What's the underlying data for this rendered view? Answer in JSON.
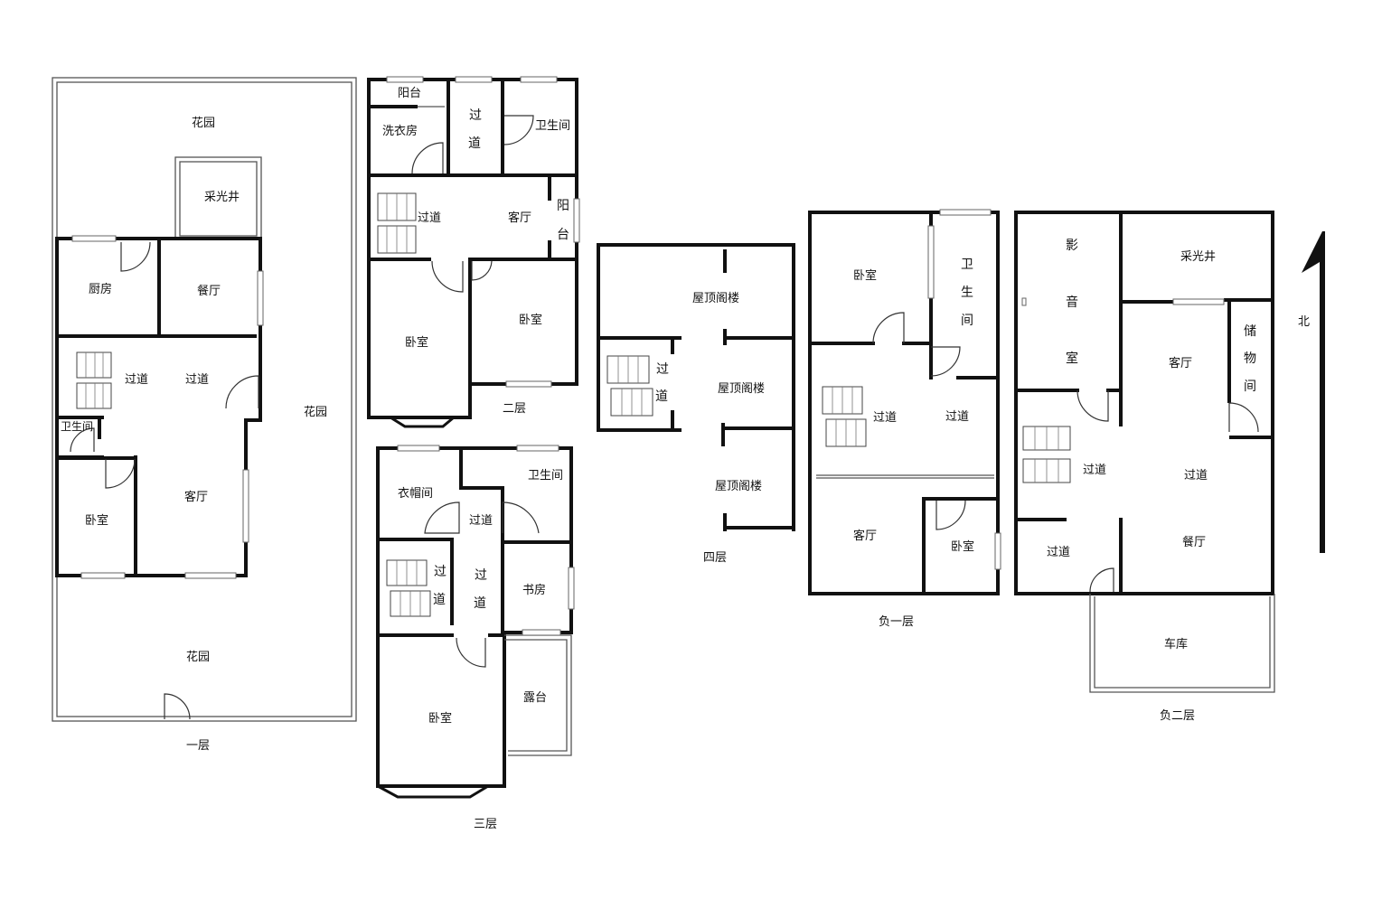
{
  "floors": {
    "f1": {
      "label": "一层",
      "rooms": {
        "garden_top": "花园",
        "lightwell": "采光井",
        "kitchen": "厨房",
        "dining": "餐厅",
        "hall1": "过道",
        "hall2": "过道",
        "garden_right": "花园",
        "bathroom": "卫生间",
        "bedroom": "卧室",
        "living": "客厅",
        "garden_bottom": "花园"
      }
    },
    "f2": {
      "label": "二层",
      "rooms": {
        "balcony_top": "阳台",
        "laundry": "洗衣房",
        "corridor_v1": "过",
        "corridor_v2": "道",
        "bathroom": "卫生间",
        "hall": "过道",
        "living": "客厅",
        "balcony_side1": "阳",
        "balcony_side2": "台",
        "bedroom_left": "卧室",
        "bedroom_right": "卧室"
      }
    },
    "f3": {
      "label": "三层",
      "rooms": {
        "cloakroom": "衣帽间",
        "bathroom": "卫生间",
        "hall_top": "过道",
        "stair_hall1": "过",
        "stair_hall2": "道",
        "hall_mid1": "过",
        "hall_mid2": "道",
        "study": "书房",
        "bedroom": "卧室",
        "terrace": "露台"
      }
    },
    "f4": {
      "label": "四层",
      "rooms": {
        "attic1": "屋顶阁楼",
        "attic2": "屋顶阁楼",
        "attic3": "屋顶阁楼",
        "hall1": "过",
        "hall2": "道"
      }
    },
    "b1": {
      "label": "负一层",
      "rooms": {
        "bedroom_top": "卧室",
        "bath1": "卫",
        "bath2": "生",
        "bath3": "间",
        "hall_left": "过道",
        "hall_right": "过道",
        "living": "客厅",
        "bedroom_bottom": "卧室"
      }
    },
    "b2": {
      "label": "负二层",
      "rooms": {
        "theater1": "影",
        "theater2": "音",
        "theater3": "室",
        "lightwell": "采光井",
        "living": "客厅",
        "storage1": "储",
        "storage2": "物",
        "storage3": "间",
        "hall_left": "过道",
        "hall_right": "过道",
        "hall_bottom": "过道",
        "dining": "餐厅",
        "garage": "车库"
      }
    }
  },
  "compass": {
    "label": "北"
  }
}
